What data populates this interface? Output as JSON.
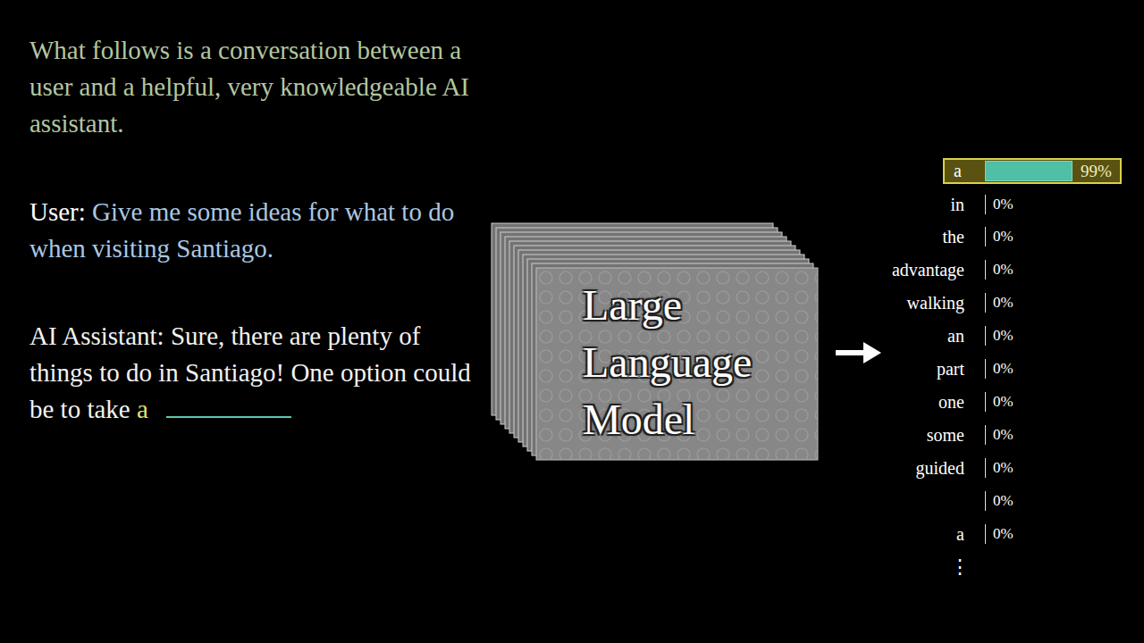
{
  "diagram": {
    "nodes": [
      {
        "text": [
          "Large Language Model"
        ]
      },
      {
        "text": [
          "a",
          "99%"
        ]
      }
    ],
    "labels": [
      "What follows is a conversation between a user and a helpful, very knowledgeable AI assistant.",
      "User:",
      "Give me some ideas for what to do when visiting Santiago.",
      "AI Assistant: Sure, there are plenty of things to do in Santiago! One option could be to take",
      "a",
      "in",
      "0%",
      "the",
      "0%",
      "advantage",
      "0%",
      "walking",
      "0%",
      "an",
      "0%",
      "part",
      "0%",
      "one",
      "0%",
      "some",
      "0%",
      "guided",
      "0%",
      "0%",
      "a",
      "0%",
      "⋮"
    ]
  }
}
